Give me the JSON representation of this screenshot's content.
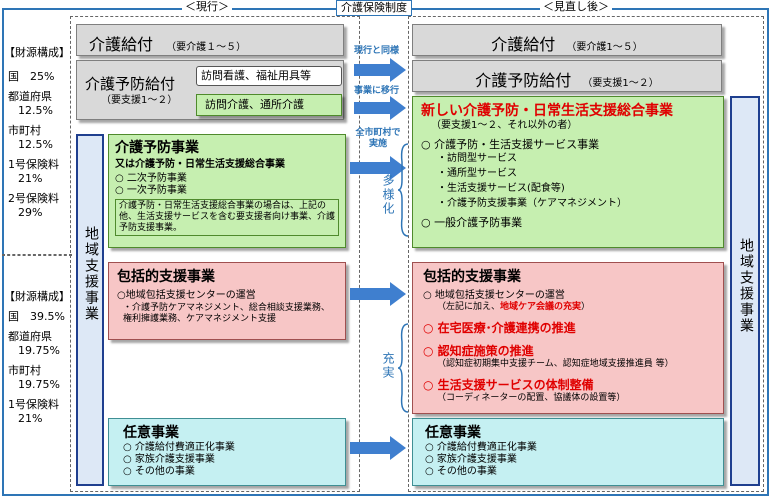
{
  "header": {
    "current": "＜現行＞",
    "system": "介護保険制度",
    "revised": "＜見直し後＞"
  },
  "left_funding_1": {
    "title": "【財源構成】",
    "lines": [
      "国　25%",
      "都道府県",
      "12.5%",
      "市町村",
      "12.5%",
      "1号保険料",
      "21%",
      "2号保険料",
      "29%"
    ]
  },
  "left_funding_2": {
    "title": "【財源構成】",
    "lines": [
      "国　39.5%",
      "都道府県",
      "19.75%",
      "市町村",
      "19.75%",
      "1号保険料",
      "21%"
    ]
  },
  "current": {
    "kaigo_kyufu": {
      "label": "介護給付",
      "note": "（要介護１～５）"
    },
    "yobo_kyufu": {
      "label": "介護予防給付",
      "note": "（要支援1～２）",
      "sub1": "訪問看護、福祉用具等",
      "sub2": "訪問介護、通所介護"
    },
    "chiiki_label": "地域支援事業",
    "yobo_jigyo": {
      "title": "介護予防事業",
      "subtitle": "又は介護予防・日常生活支援総合事業",
      "items": [
        "○ 二次予防事業",
        "○ 一次予防事業"
      ],
      "note": "介護予防・日常生活支援総合事業の場合は、上記の他、生活支援サービスを含む要支援者向け事業、介護予防支援事業。"
    },
    "hokatsu": {
      "title": "包括的支援事業",
      "item": "○地域包括支援センターの運営",
      "sub": "・介護予防ケアマネジメント、総合相談支援業務、権利擁護業務、ケアマネジメント支援"
    },
    "nini": {
      "title": "任意事業",
      "items": [
        "○ 介護給付費適正化事業",
        "○ 家族介護支援事業",
        "○ その他の事業"
      ]
    }
  },
  "arrows": {
    "same": "現行と同様",
    "transfer": "事業に移行",
    "all_city": "全市町村で",
    "implement": "実施",
    "diversify": "多様化",
    "enhance": "充実"
  },
  "revised": {
    "kaigo_kyufu": {
      "label": "介護給付",
      "note": "（要介護1～５）"
    },
    "yobo_kyufu": {
      "label": "介護予防給付",
      "note": "（要支援1～２）"
    },
    "chiiki_label": "地域支援事業",
    "new_jigyo": {
      "title": "新しい介護予防・日常生活支援総合事業",
      "note": "（要支援1～２、それ以外の者）",
      "item1": "○ 介護予防・生活支援サービス事業",
      "subs": [
        "・訪問型サービス",
        "・通所型サービス",
        "・生活支援サービス(配食等)",
        "・介護予防支援事業（ケアマネジメント）"
      ],
      "item2": "○ 一般介護予防事業"
    },
    "hokatsu": {
      "title": "包括的支援事業",
      "item": "○ 地域包括支援センターの運営",
      "item_note_a": "（左記に加え、",
      "item_note_b": "地域ケア会議の充実",
      "item_note_c": "）",
      "zaitaku": "○ 在宅医療･介護連携の推進",
      "ninchi": "○ 認知症施策の推進",
      "ninchi_note": "（認知症初期集中支援チーム、認知症地域支援推進員 等）",
      "seikatsu": "○ 生活支援サービスの体制整備",
      "seikatsu_note": "（コーディネーターの配置、協議体の設置等）"
    },
    "nini": {
      "title": "任意事業",
      "items": [
        "○ 介護給付費適正化事業",
        "○ 家族介護支援事業",
        "○ その他の事業"
      ]
    }
  }
}
